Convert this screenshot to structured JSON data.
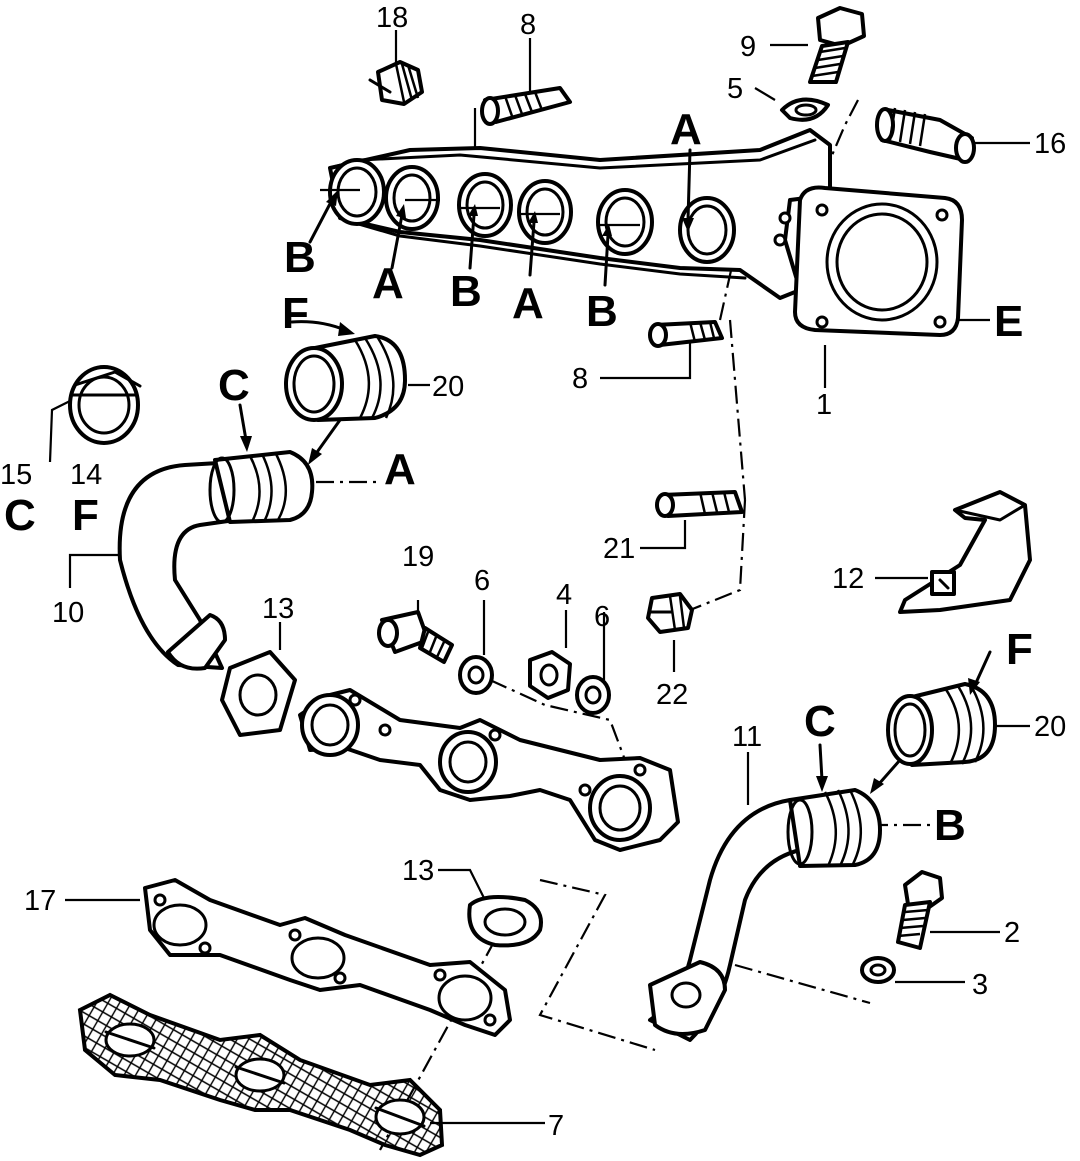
{
  "callouts": {
    "n1": "1",
    "n2": "2",
    "n3": "3",
    "n4": "4",
    "n5": "5",
    "n6a": "6",
    "n6b": "6",
    "n7": "7",
    "n8a": "8",
    "n8b": "8",
    "n9": "9",
    "n10": "10",
    "n11": "11",
    "n12": "12",
    "n13a": "13",
    "n13b": "13",
    "n14": "14",
    "n15": "15",
    "n16": "16",
    "n17": "17",
    "n18": "18",
    "n19": "19",
    "n20a": "20",
    "n20b": "20",
    "n21": "21",
    "n22": "22"
  },
  "letters": {
    "a1": "A",
    "a2": "A",
    "a3": "A",
    "a4": "A",
    "b1": "B",
    "b2": "B",
    "b3": "B",
    "b4": "B",
    "c1": "C",
    "c2": "C",
    "c3": "C",
    "e1": "E",
    "f1": "F",
    "f2": "F",
    "f3": "F"
  }
}
